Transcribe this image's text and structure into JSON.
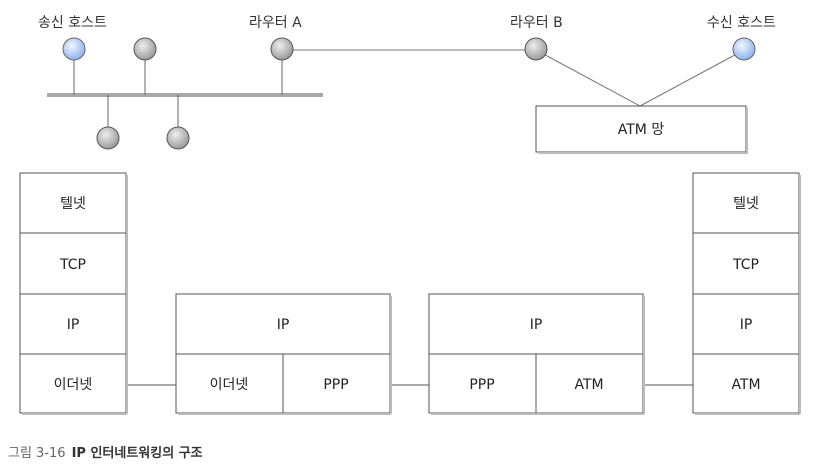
{
  "top": {
    "sender_label": "송신 호스트",
    "routerA_label": "라우터 A",
    "routerB_label": "라우터 B",
    "receiver_label": "수신 호스트",
    "network_label": "ATM 망"
  },
  "stacks": {
    "sender": [
      "텔넷",
      "TCP",
      "IP",
      "이더넷"
    ],
    "routerA": {
      "top": "IP",
      "left": "이더넷",
      "right": "PPP"
    },
    "routerB": {
      "top": "IP",
      "left": "PPP",
      "right": "ATM"
    },
    "receiver": [
      "텔넷",
      "TCP",
      "IP",
      "ATM"
    ]
  },
  "caption": {
    "number": "그림 3-16",
    "title": "IP 인터네트워킹의 구조"
  },
  "colors": {
    "host_node": "#a9c8f2",
    "router_node": "#bdbdbd",
    "line": "#777777",
    "bus": "#aaaaaa"
  }
}
